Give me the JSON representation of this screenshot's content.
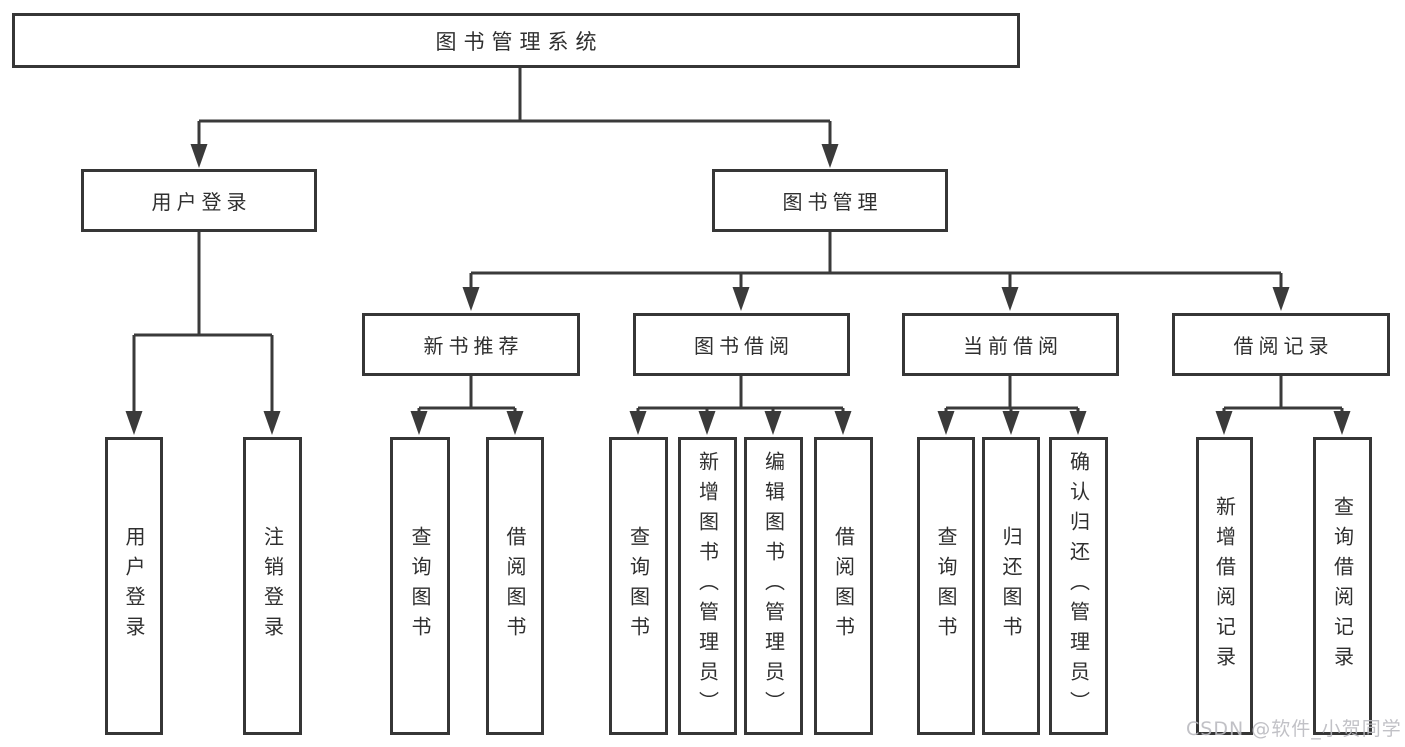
{
  "diagram_title": "图书管理系统",
  "colors": {
    "line": "#3a3a3a",
    "box_border": "#363636",
    "text": "#2f2f2f",
    "background": "#ffffff",
    "watermark": "#bababc"
  },
  "nodes": {
    "root": "图书管理系统",
    "level1": [
      "用户登录",
      "图书管理"
    ],
    "level2": [
      "新书推荐",
      "图书借阅",
      "当前借阅",
      "借阅记录"
    ],
    "login_children": [
      "用户登录",
      "注销登录"
    ],
    "newbook_children": [
      "查询图书",
      "借阅图书"
    ],
    "bookborrow_children": [
      "查询图书",
      "新增图书（管理员）",
      "编辑图书（管理员）",
      "借阅图书"
    ],
    "currentborrow_children": [
      "查询图书",
      "归还图书",
      "确认归还（管理员）"
    ],
    "record_children": [
      "新增借阅记录",
      "查询借阅记录"
    ]
  },
  "hierarchy": {
    "图书管理系统": [
      "用户登录",
      "图书管理"
    ],
    "用户登录": [
      "用户登录",
      "注销登录"
    ],
    "图书管理": [
      "新书推荐",
      "图书借阅",
      "当前借阅",
      "借阅记录"
    ],
    "新书推荐": [
      "查询图书",
      "借阅图书"
    ],
    "图书借阅": [
      "查询图书",
      "新增图书（管理员）",
      "编辑图书（管理员）",
      "借阅图书"
    ],
    "当前借阅": [
      "查询图书",
      "归还图书",
      "确认归还（管理员）"
    ],
    "借阅记录": [
      "新增借阅记录",
      "查询借阅记录"
    ]
  },
  "watermark": "CSDN @软件_小贺同学"
}
